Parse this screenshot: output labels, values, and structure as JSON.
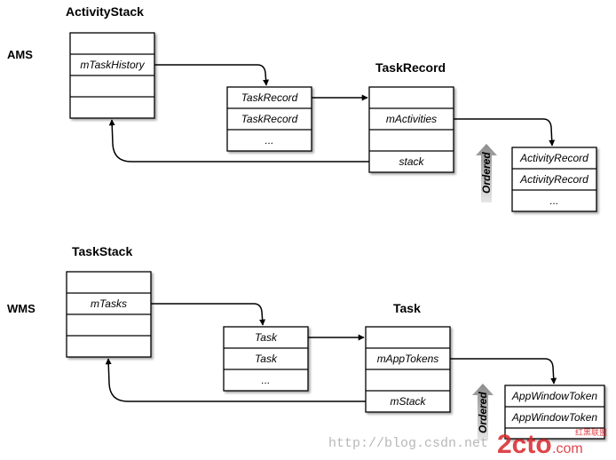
{
  "ams": {
    "side_label": "AMS",
    "activity_stack": {
      "title": "ActivityStack",
      "field": "mTaskHistory"
    },
    "task_record_list": {
      "items": [
        "TaskRecord",
        "TaskRecord",
        "..."
      ]
    },
    "task_record": {
      "title": "TaskRecord",
      "field_activities": "mActivities",
      "field_stack": "stack"
    },
    "activity_record_list": {
      "items": [
        "ActivityRecord",
        "ActivityRecord",
        "..."
      ]
    },
    "ordered_label": "Ordered"
  },
  "wms": {
    "side_label": "WMS",
    "task_stack": {
      "title": "TaskStack",
      "field": "mTasks"
    },
    "task_list": {
      "items": [
        "Task",
        "Task",
        "..."
      ]
    },
    "task": {
      "title": "Task",
      "field_tokens": "mAppTokens",
      "field_stack": "mStack"
    },
    "app_window_token_list": {
      "items": [
        "AppWindowToken",
        "AppWindowToken"
      ]
    },
    "ordered_label": "Ordered"
  },
  "watermark": {
    "url": "http://blog.csdn.net",
    "logo_text": "2cto",
    "logo_suffix": ".com",
    "logo_caption": "红黑联盟"
  },
  "colors": {
    "stroke": "#000000",
    "ordered_arrow": "#a8a8a8",
    "logo_red": "#d9262c"
  }
}
